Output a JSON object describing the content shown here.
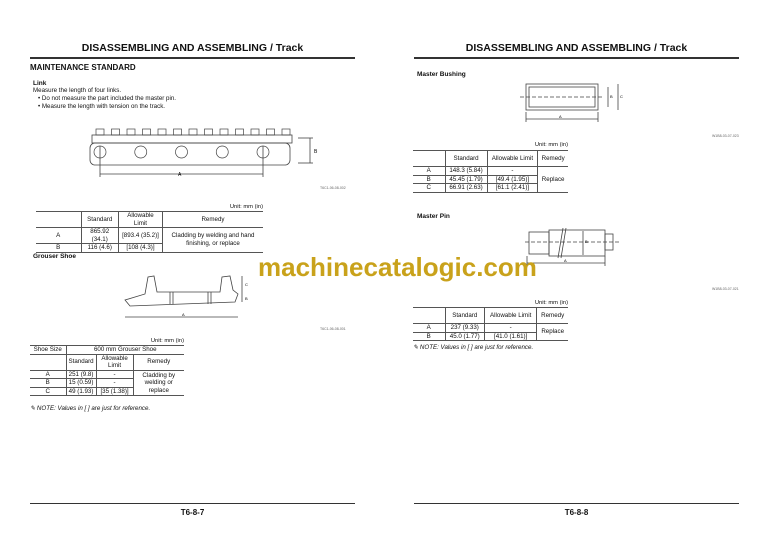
{
  "left": {
    "header": "DISASSEMBLING AND ASSEMBLING / Track",
    "section": "MAINTENANCE STANDARD",
    "link": {
      "title": "Link",
      "intro": "Measure the length of four links.",
      "bullets": [
        "Do not measure the part included the master pin.",
        "Measure the length with tension on the track."
      ],
      "fig_code": "T6C1-06-08-002",
      "dim_a": "A",
      "dim_b": "B",
      "table": {
        "unit": "Unit: mm (in)",
        "headers": [
          "",
          "Standard",
          "Allowable Limit",
          "Remedy"
        ],
        "rows": [
          [
            "A",
            "865.92 (34.1)",
            "[893.4 (35.2)]"
          ],
          [
            "B",
            "116 (4.6)",
            "[108 (4.3)]"
          ]
        ],
        "remedy": "Cladding by welding and hand finishing, or replace"
      }
    },
    "grouser": {
      "title": "Grouser Shoe",
      "fig_code": "T6C1-06-08-001",
      "dims": [
        "A",
        "B",
        "C"
      ],
      "table": {
        "unit": "Unit: mm (in)",
        "shoe_size_label": "Shoe Size",
        "shoe_size": "600 mm Grouser Shoe",
        "headers": [
          "Standard",
          "Allowable Limit",
          "Remedy"
        ],
        "rows": [
          [
            "A",
            "251 (9.8)",
            "-"
          ],
          [
            "B",
            "15 (0.59)",
            "-"
          ],
          [
            "C",
            "49 (1.93)",
            "[35 (1.38)]"
          ]
        ],
        "remedy": "Cladding by welding or replace"
      }
    },
    "note": "NOTE:  Values in [    ] are just for reference.",
    "page": "T6-8-7"
  },
  "right": {
    "header": "DISASSEMBLING AND ASSEMBLING / Track",
    "bushing": {
      "title": "Master Bushing",
      "fig_code": "W1B8-03-07-023",
      "dims": [
        "A",
        "B",
        "C"
      ],
      "table": {
        "unit": "Unit: mm (in)",
        "headers": [
          "",
          "Standard",
          "Allowable Limit",
          "Remedy"
        ],
        "rows": [
          [
            "A",
            "148.3 (5.84)",
            "-"
          ],
          [
            "B",
            "45.45 (1.79)",
            "[49.4 (1.95)]"
          ],
          [
            "C",
            "66.91 (2.63)",
            "[61.1 (2.41)]"
          ]
        ],
        "remedy": "Replace"
      }
    },
    "pin": {
      "title": "Master Pin",
      "fig_code": "W1B8-03-07-021",
      "dims": [
        "A",
        "B"
      ],
      "table": {
        "unit": "Unit: mm (in)",
        "headers": [
          "",
          "Standard",
          "Allowable Limit",
          "Remedy"
        ],
        "rows": [
          [
            "A",
            "237 (9.33)",
            "-"
          ],
          [
            "B",
            "45.0 (1.77)",
            "[41.0 (1.61)]"
          ]
        ],
        "remedy": "Replace"
      }
    },
    "note": "NOTE:  Values in [    ] are just for reference.",
    "page": "T6-8-8"
  },
  "watermark": "machinecatalogic.com"
}
